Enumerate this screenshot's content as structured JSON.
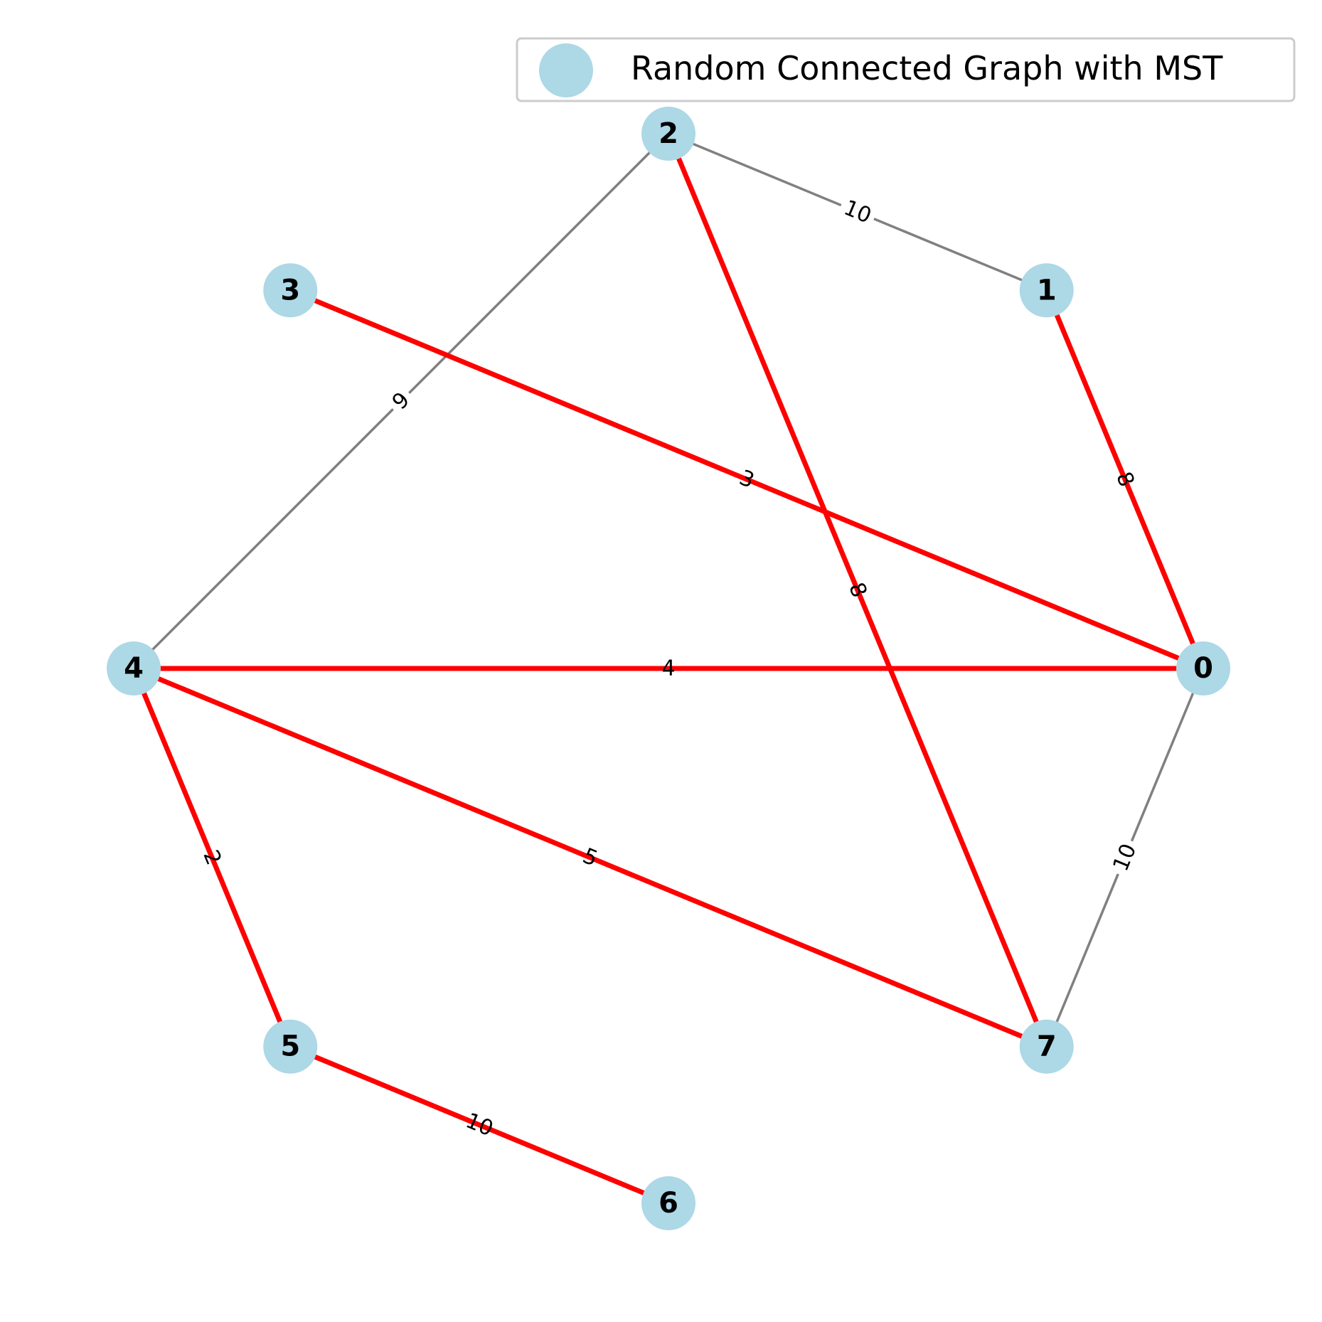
{
  "legend": {
    "label": "Random Connected Graph with MST",
    "marker_color": "#add8e6"
  },
  "colors": {
    "node": "#add8e6",
    "mst_edge": "#ff0000",
    "other_edge": "#808080",
    "label_text": "#000000"
  },
  "nodes": [
    {
      "id": "0"
    },
    {
      "id": "1"
    },
    {
      "id": "2"
    },
    {
      "id": "3"
    },
    {
      "id": "4"
    },
    {
      "id": "5"
    },
    {
      "id": "6"
    },
    {
      "id": "7"
    }
  ],
  "edges": [
    {
      "source": "2",
      "target": "1",
      "weight": "10",
      "mst": false
    },
    {
      "source": "2",
      "target": "4",
      "weight": "9",
      "mst": false
    },
    {
      "source": "0",
      "target": "7",
      "weight": "10",
      "mst": false
    },
    {
      "source": "3",
      "target": "0",
      "weight": "3",
      "mst": true
    },
    {
      "source": "2",
      "target": "7",
      "weight": "8",
      "mst": true
    },
    {
      "source": "1",
      "target": "0",
      "weight": "8",
      "mst": true
    },
    {
      "source": "4",
      "target": "0",
      "weight": "4",
      "mst": true
    },
    {
      "source": "4",
      "target": "7",
      "weight": "5",
      "mst": true
    },
    {
      "source": "4",
      "target": "5",
      "weight": "2",
      "mst": true
    },
    {
      "source": "5",
      "target": "6",
      "weight": "10",
      "mst": true
    }
  ]
}
